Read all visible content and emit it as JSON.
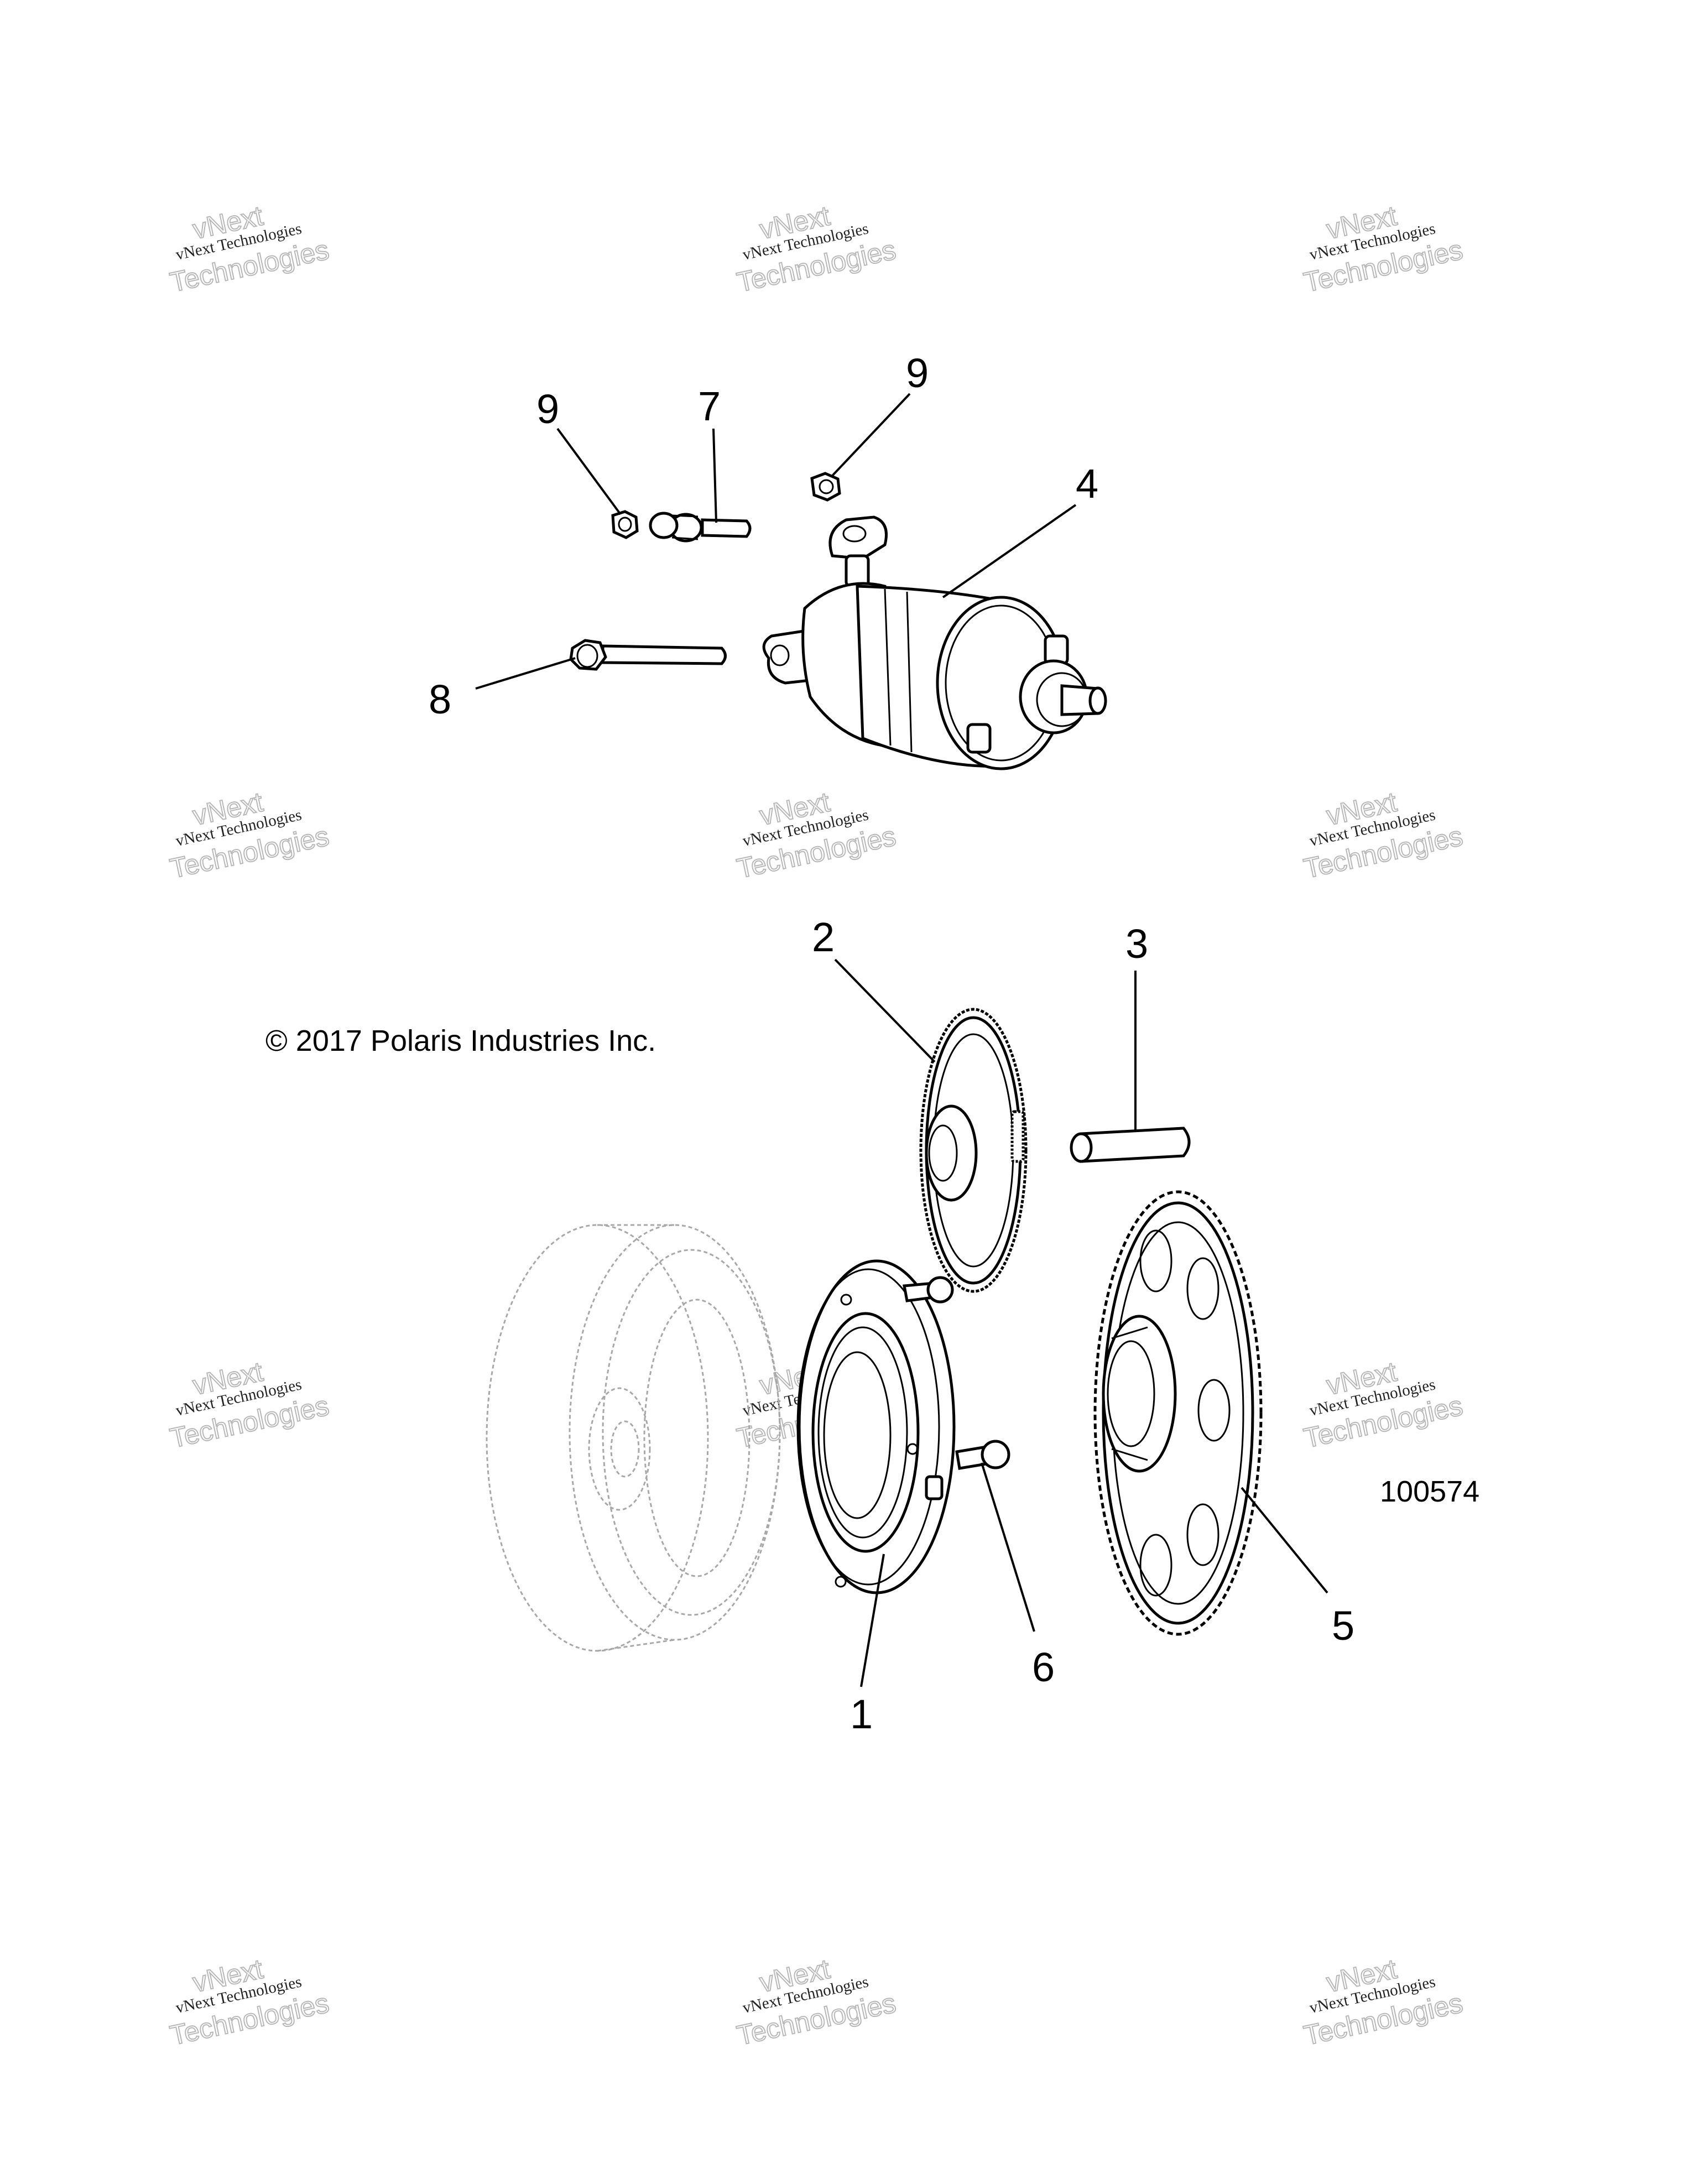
{
  "copyright": "© 2017 Polaris Industries Inc.",
  "figure_number": "100574",
  "watermark": {
    "line1": "vNext Technologies",
    "line2": "vNext",
    "line3": "Technologies"
  },
  "callouts": {
    "c1": "1",
    "c2": "2",
    "c3": "3",
    "c4": "4",
    "c5": "5",
    "c6": "6",
    "c7": "7",
    "c8": "8",
    "c9a": "9",
    "c9b": "9"
  }
}
